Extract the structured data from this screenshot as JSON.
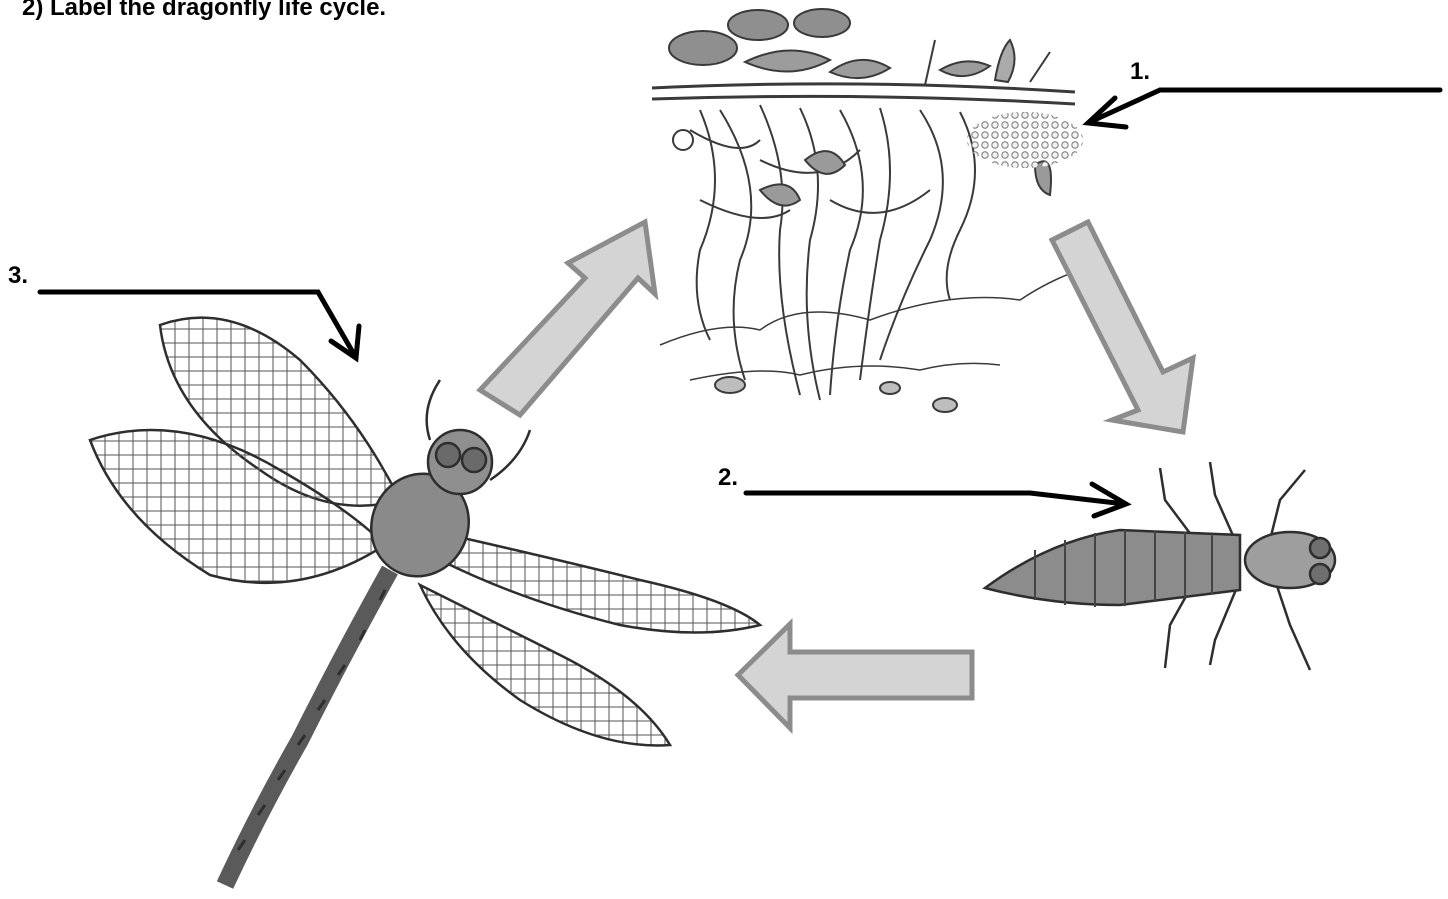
{
  "title": "2) Label the dragonfly life cycle.",
  "labels": {
    "one": "1.",
    "two": "2.",
    "three": "3."
  },
  "colors": {
    "arrow_fill": "#d4d4d4",
    "arrow_stroke": "#8c8c8c",
    "ink": "#000000",
    "sketch": "#3a3a3a",
    "sketch_fill": "#9a9a9a"
  }
}
